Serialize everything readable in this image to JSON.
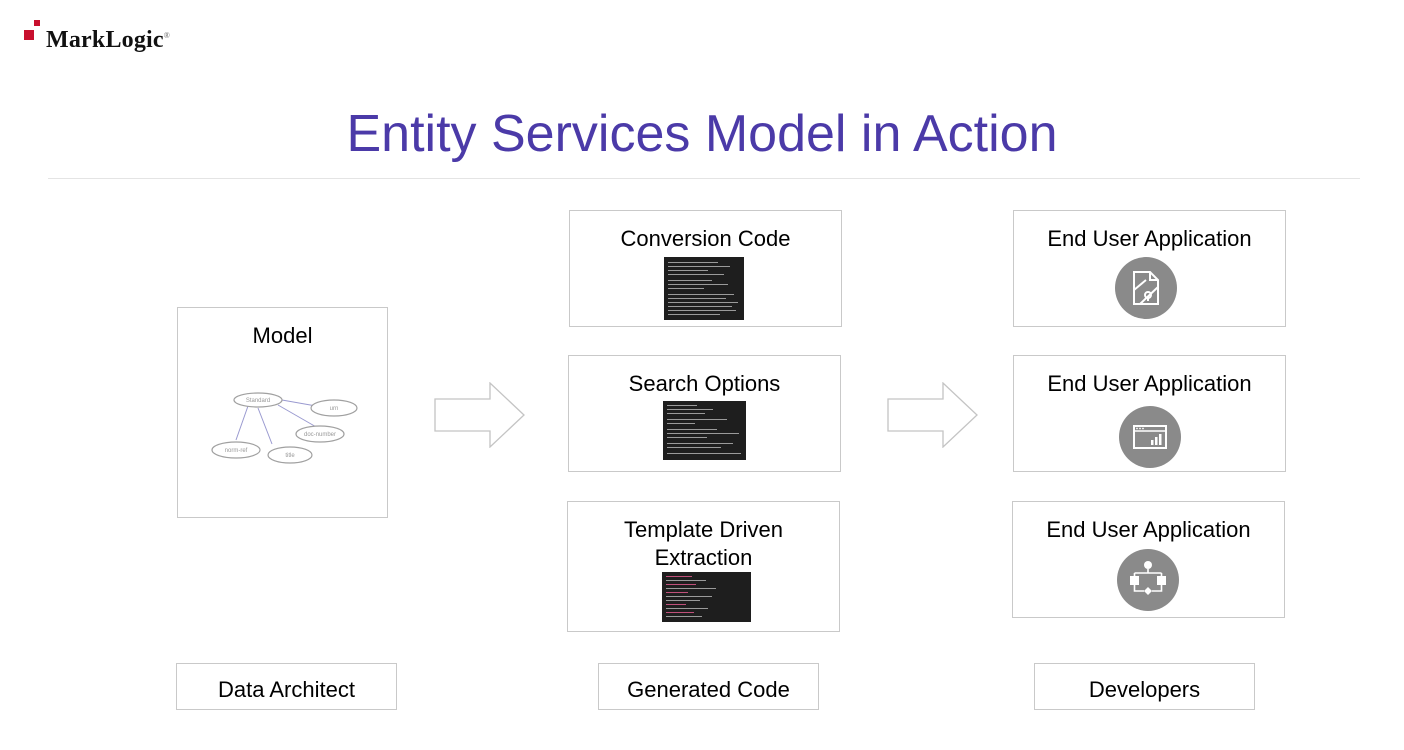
{
  "brand": {
    "logo_text": "MarkLogic",
    "trademark": "®",
    "accent_color": "#c8102e"
  },
  "title": "Entity Services Model in Action",
  "title_color": "#4b3aa8",
  "model": {
    "label": "Model",
    "diagram_nodes": [
      "Standard",
      "urn",
      "doc-number",
      "norm-ref",
      "title"
    ]
  },
  "generated": [
    {
      "label": "Conversion Code"
    },
    {
      "label": "Search Options"
    },
    {
      "label_line1": "Template Driven",
      "label_line2": "Extraction"
    }
  ],
  "applications": [
    {
      "label": "End User Application",
      "icon": "map-document-icon"
    },
    {
      "label": "End User Application",
      "icon": "dashboard-chart-icon"
    },
    {
      "label": "End User Application",
      "icon": "workflow-icon"
    }
  ],
  "roles": {
    "architect": "Data Architect",
    "generated": "Generated Code",
    "developers": "Developers"
  },
  "arrow_color": "#c4c4c4",
  "border_color": "#c9c9c9",
  "icon_color": "#8a8a8a"
}
